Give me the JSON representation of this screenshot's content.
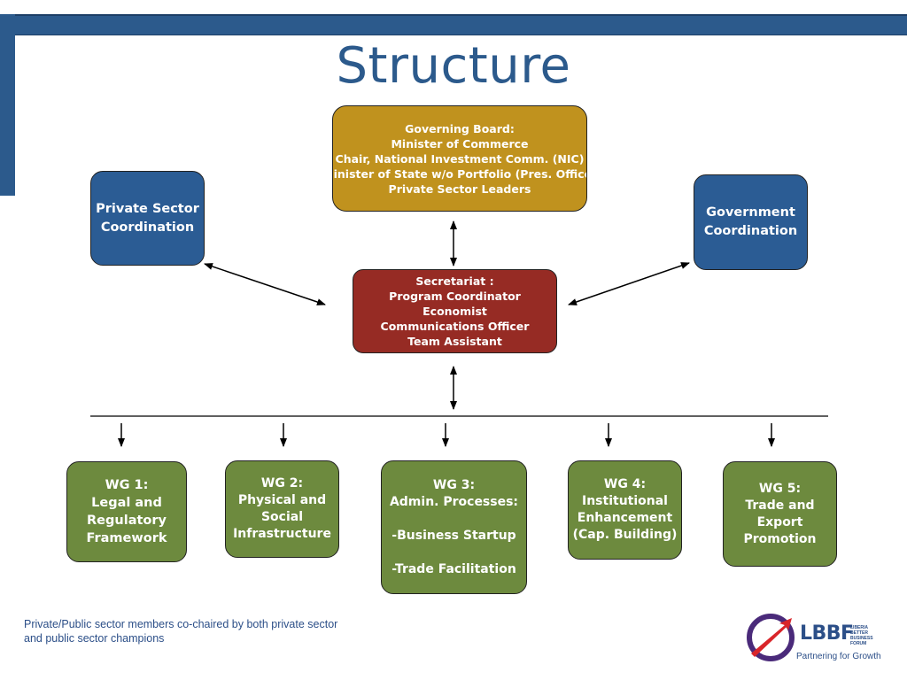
{
  "title": "Structure",
  "board": {
    "lines": [
      "Governing Board:",
      "Minister of Commerce",
      "Chair, National Investment Comm. (NIC)",
      "Minister of State w/o Portfolio (Pres. Office)",
      "Private Sector Leaders"
    ]
  },
  "secretariat": {
    "lines": [
      "Secretariat :",
      "Program Coordinator",
      "Economist",
      "Communications Officer",
      "Team Assistant"
    ]
  },
  "private_sector": {
    "lines": [
      "Private Sector",
      "Coordination"
    ]
  },
  "government": {
    "lines": [
      "Government",
      "Coordination"
    ]
  },
  "working_groups": [
    {
      "lines": [
        "WG 1:",
        "Legal and",
        "Regulatory",
        "Framework"
      ]
    },
    {
      "lines": [
        "WG 2:",
        "Physical and",
        "Social",
        "Infrastructure"
      ]
    },
    {
      "lines": [
        "WG 3:",
        "Admin. Processes:",
        "",
        "-Business Startup",
        "",
        "-Trade Facilitation"
      ]
    },
    {
      "lines": [
        "WG 4:",
        "Institutional",
        "Enhancement",
        "(Cap. Building)"
      ]
    },
    {
      "lines": [
        "WG 5:",
        "Trade and",
        "Export",
        "Promotion"
      ]
    }
  ],
  "footnote": "Private/Public sector members co-chaired by both private sector and public sector champions",
  "logo": {
    "name": "LBBF",
    "small_lines": [
      "LIBERIA",
      "BETTER",
      "BUSINESS",
      "FORUM"
    ],
    "tagline": "Partnering for Growth"
  },
  "colors": {
    "accent_blue": "#2c5a8c",
    "board_gold": "#c0921e",
    "secretariat_red": "#962b24",
    "coordination_blue": "#2b5c94",
    "wg_green": "#6d8a3e"
  }
}
